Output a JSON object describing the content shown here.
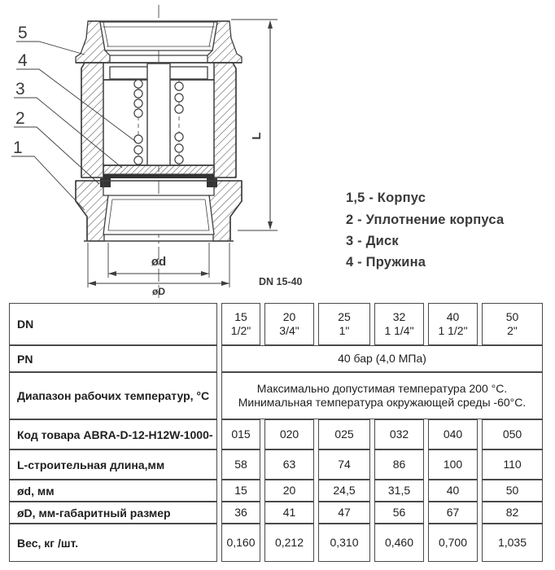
{
  "drawing": {
    "callouts": [
      "5",
      "4",
      "3",
      "2",
      "1"
    ],
    "dims": {
      "length": "L",
      "inner_diameter": "ød",
      "outer_diameter": "øD"
    },
    "dn_range": "DN 15-40",
    "legend": [
      "1,5 - Корпус",
      "2 - Уплотнение корпуса",
      "3 - Диск",
      "4 - Пружина"
    ]
  },
  "table": {
    "rows": {
      "dn": {
        "label": "DN",
        "values": [
          "15\n1/2\"",
          "20\n3/4\"",
          "25\n1\"",
          "32\n1 1/4\"",
          "40\n1 1/2\"",
          "50\n2\""
        ]
      },
      "pn": {
        "label": "PN",
        "value": "40 бар (4,0 МПа)"
      },
      "temp": {
        "label": "Диапазон рабочих температур, °С",
        "value": "Максимально допустимая температура 200 °С.\nМинимальная температура окружающей среды -60°С."
      },
      "code": {
        "label": "Код товара ABRA-D-12-H12W-1000-",
        "values": [
          "015",
          "020",
          "025",
          "032",
          "040",
          "050"
        ]
      },
      "length": {
        "label": "L-строительная длина,мм",
        "values": [
          "58",
          "63",
          "74",
          "86",
          "100",
          "110"
        ]
      },
      "d_inner": {
        "label": "ød, мм",
        "values": [
          "15",
          "20",
          "24,5",
          "31,5",
          "40",
          "50"
        ]
      },
      "d_outer": {
        "label": "øD, мм-габаритный размер",
        "values": [
          "36",
          "41",
          "47",
          "56",
          "67",
          "82"
        ]
      },
      "weight": {
        "label": "Вес, кг /шт.",
        "values": [
          "0,160",
          "0,212",
          "0,310",
          "0,460",
          "0,700",
          "1,035"
        ]
      }
    }
  }
}
